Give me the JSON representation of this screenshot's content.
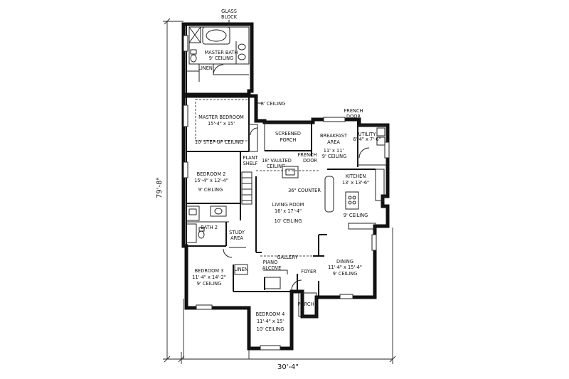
{
  "rooms": {
    "glass_block": [
      "GLASS",
      "BLOCK"
    ],
    "master_bath": [
      "MASTER BATH",
      "9' CEILING"
    ],
    "linen_top": "LINEN",
    "ceiling_8": "8' CEILING",
    "master_bedroom": [
      "MASTER BEDROOM",
      "15'-4\" x 15'",
      "10' STEP-UP CEILING"
    ],
    "screened_porch": [
      "SCREENED",
      "PORCH"
    ],
    "french_door_top": [
      "FRENCH",
      "DOOR"
    ],
    "breakfast": [
      "BREAKFAST",
      "AREA",
      "11' x 11'"
    ],
    "french_door_mid": [
      "FRENCH",
      "DOOR"
    ],
    "ceiling_9_breakfast": "9' CEILING",
    "utility": [
      "UTILITY",
      "6'-4\" x 7'-6\""
    ],
    "plant_shelf": [
      "PLANT",
      "SHELF"
    ],
    "vaulted": [
      "18' VAULTED",
      "CEILING"
    ],
    "bedroom2": [
      "BEDROOM 2",
      "15'-4\" x 12'-4\"",
      "9' CEILING"
    ],
    "kitchen": [
      "KITCHEN",
      "13' x 13'-6\""
    ],
    "counter": "36\" COUNTER",
    "living": [
      "LIVING ROOM",
      "16' x 17'-4\"",
      "10' CEILING"
    ],
    "ceiling_9_kitchen": "9' CEILING",
    "bath2": "BATH 2",
    "study": [
      "STUDY",
      "AREA"
    ],
    "gallery": "GALLERY",
    "piano": [
      "PIANO",
      "ALCOVE"
    ],
    "linen_bottom": "LINEN",
    "bedroom3": [
      "BEDROOM 3",
      "11'-4\" x 14'-2\"",
      "9' CEILING"
    ],
    "dining": [
      "DINING",
      "11'-4\" x 15'-4\"",
      "9' CEILING"
    ],
    "foyer": "FOYER",
    "porch": "PORCH",
    "bedroom4": [
      "BEDROOM 4",
      "11'-4\" x 15'",
      "10' CEILING"
    ]
  },
  "dimensions": {
    "depth": "79'-8\"",
    "width": "30'-4\""
  }
}
